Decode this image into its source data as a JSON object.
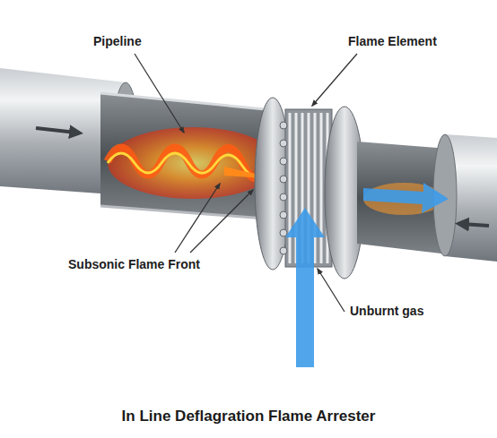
{
  "diagram": {
    "title": "In Line Deflagration Flame Arrester",
    "labels": [
      "Pipeline",
      "Flame Element",
      "Subsonic Flame Front",
      "Unburnt gas"
    ]
  }
}
